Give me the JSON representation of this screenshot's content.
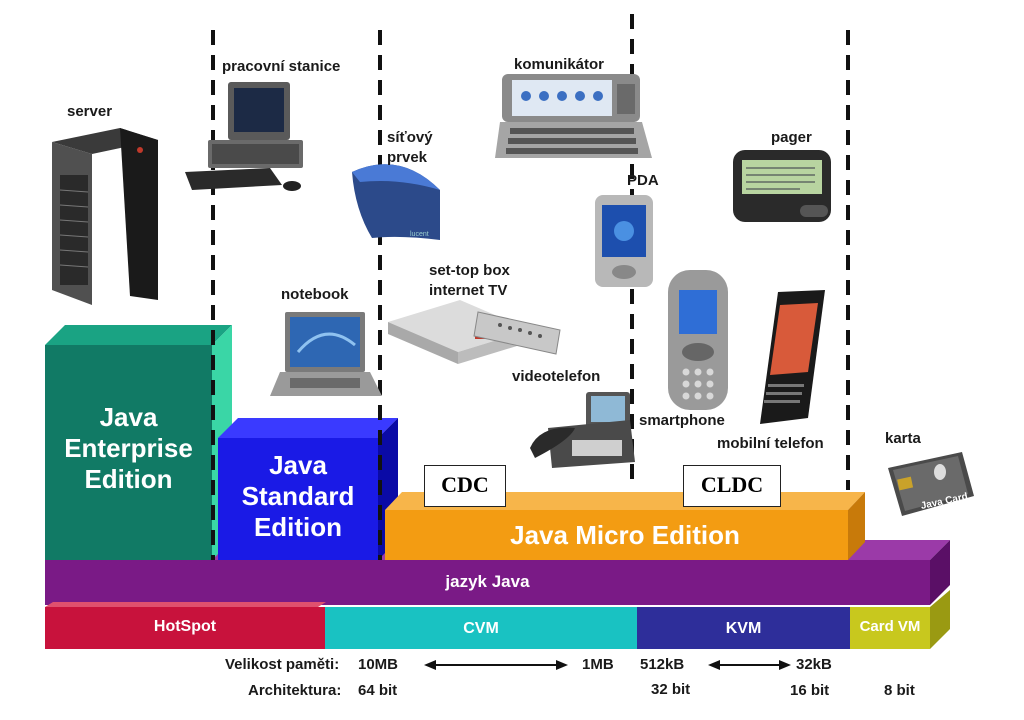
{
  "devices": {
    "server": "server",
    "workstation": "pracovní stanice",
    "network_element": [
      "síťový",
      "prvek"
    ],
    "communicator": "komunikátor",
    "pager": "pager",
    "pda": "PDA",
    "notebook": "notebook",
    "settop": [
      "set-top box",
      "internet TV"
    ],
    "videophone": "videotelefon",
    "smartphone": "smartphone",
    "mobile_phone": "mobilní telefon",
    "card": "karta"
  },
  "editions": {
    "enterprise": [
      "Java",
      "Enterprise",
      "Edition"
    ],
    "standard": [
      "Java",
      "Standard",
      "Edition"
    ],
    "micro": "Java Micro Edition"
  },
  "profiles": {
    "cdc": "CDC",
    "cldc": "CLDC"
  },
  "language_bar": "jazyk Java",
  "runtimes": {
    "hotspot": "HotSpot",
    "cvm": "CVM",
    "kvm": "KVM",
    "cardvm": "Card VM"
  },
  "memory": {
    "label": "Velikost paměti:",
    "v1": "10MB",
    "v2": "1MB",
    "v3": "512kB",
    "v4": "32kB"
  },
  "architecture": {
    "label": "Architektura:",
    "v1": "64 bit",
    "v2": "32 bit",
    "v3": "16 bit",
    "v4": "8 bit"
  },
  "screen_texts": {
    "card_logo": "Java Card"
  },
  "colors": {
    "enterprise": "#117a65",
    "standard": "#1a1ae6",
    "micro": "#f39c12",
    "language": "#7a1a86",
    "hotspot": "#c8123c",
    "cvm": "#19c2c2",
    "kvm": "#2e2e9a",
    "cardvm": "#c8c81e"
  }
}
